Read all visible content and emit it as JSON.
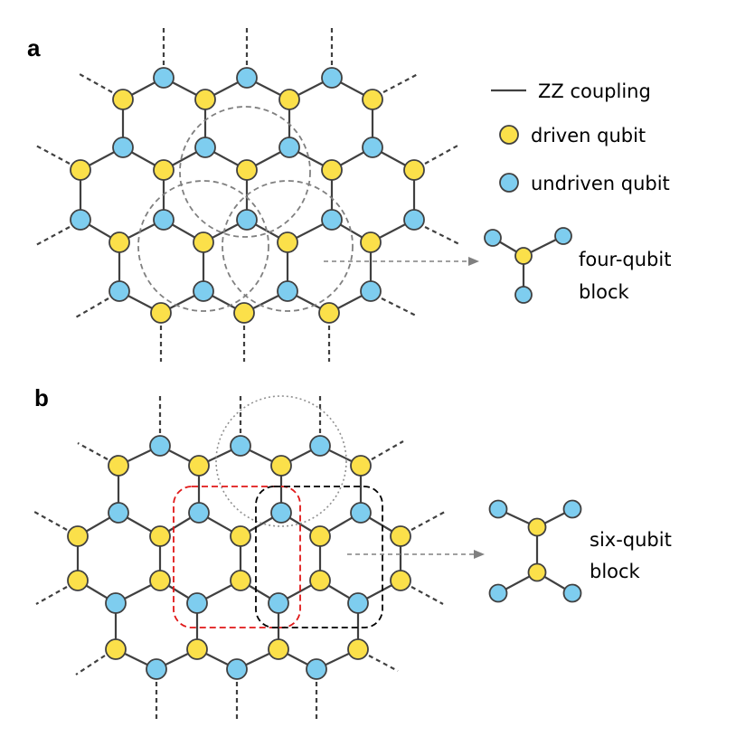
{
  "panels": {
    "a": {
      "label": "a",
      "block_label_line1": "four-qubit",
      "block_label_line2": "block"
    },
    "b": {
      "label": "b",
      "block_label_line1": "six-qubit",
      "block_label_line2": "block"
    }
  },
  "legend": {
    "coupling": "ZZ coupling",
    "driven": "driven qubit",
    "undriven": "undriven qubit"
  },
  "colors": {
    "driven_fill": "#FBE04A",
    "undriven_fill": "#7ECDEF",
    "node_stroke": "#404040",
    "coupling_line": "#404040",
    "highlight_gray": "#808080",
    "highlight_red": "#E01818",
    "highlight_black": "#000000",
    "highlight_dotted": "#909090"
  }
}
